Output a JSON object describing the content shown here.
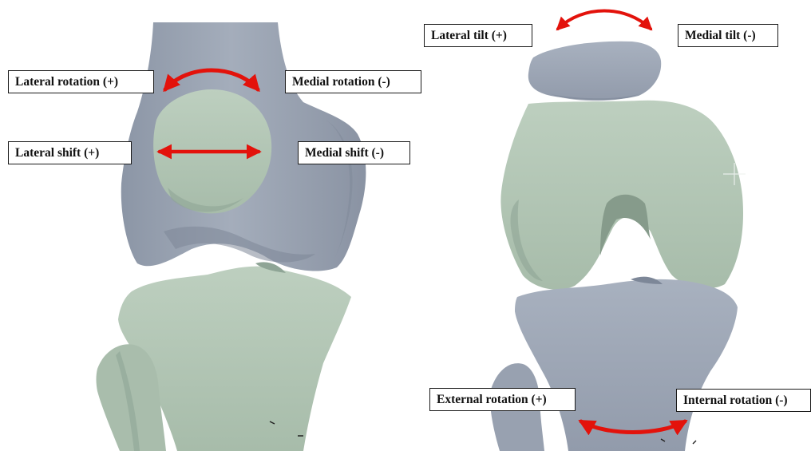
{
  "colors": {
    "femur": "#9ba4b3",
    "femur_shade": "#7b8596",
    "cartilage_green": "#b3c6b6",
    "green_shade": "#8fa596",
    "arrow": "#e3120b",
    "label_border": "#1a1a1a",
    "background": "#ffffff"
  },
  "left_panel": {
    "labels": {
      "lateral_rotation": "Lateral rotation (+)",
      "medial_rotation": "Medial rotation (-)",
      "lateral_shift": "Lateral shift (+)",
      "medial_shift": "Medial shift (-)"
    }
  },
  "right_panel": {
    "labels": {
      "lateral_tilt": "Lateral tilt (+)",
      "medial_tilt": "Medial tilt (-)",
      "external_rotation": "External rotation (+)",
      "internal_rotation": "Internal rotation (-)"
    }
  },
  "icons": {
    "rotation_arrow": "curved-double-arrow-icon",
    "shift_arrow": "straight-double-arrow-icon",
    "tilt_arrow": "curved-double-arrow-icon"
  }
}
